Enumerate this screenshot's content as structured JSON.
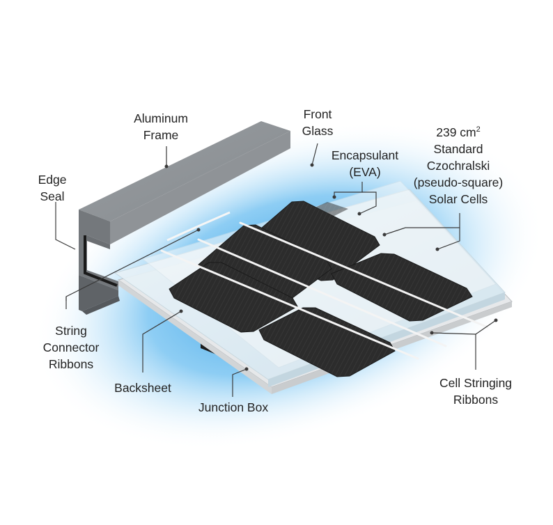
{
  "labels": {
    "aluminum_frame": [
      "Aluminum",
      "Frame"
    ],
    "front_glass": [
      "Front",
      "Glass"
    ],
    "encapsulant": [
      "Encapsulant",
      "(EVA)"
    ],
    "solar_cells": {
      "area_value": "239 cm",
      "area_exponent": "2",
      "lines": [
        "Standard",
        "Czochralski",
        "(pseudo-square)",
        "Solar Cells"
      ]
    },
    "edge_seal": [
      "Edge",
      "Seal"
    ],
    "string_connector_ribbons": [
      "String",
      "Connector",
      "Ribbons"
    ],
    "backsheet": "Backsheet",
    "junction_box": "Junction Box",
    "cell_stringing_ribbons": [
      "Cell Stringing",
      "Ribbons"
    ]
  },
  "colors": {
    "glow": "#2a9fe6",
    "frame_top": "#8c9094",
    "frame_side": "#6b6f73",
    "backsheet": "#e4e6e8",
    "glass": "#dcebf2",
    "cell": "#2b2b2b",
    "ribbon": "#f2f2f2",
    "junction_box": "#1e1e1e",
    "leader_line": "#3a3a3a"
  }
}
